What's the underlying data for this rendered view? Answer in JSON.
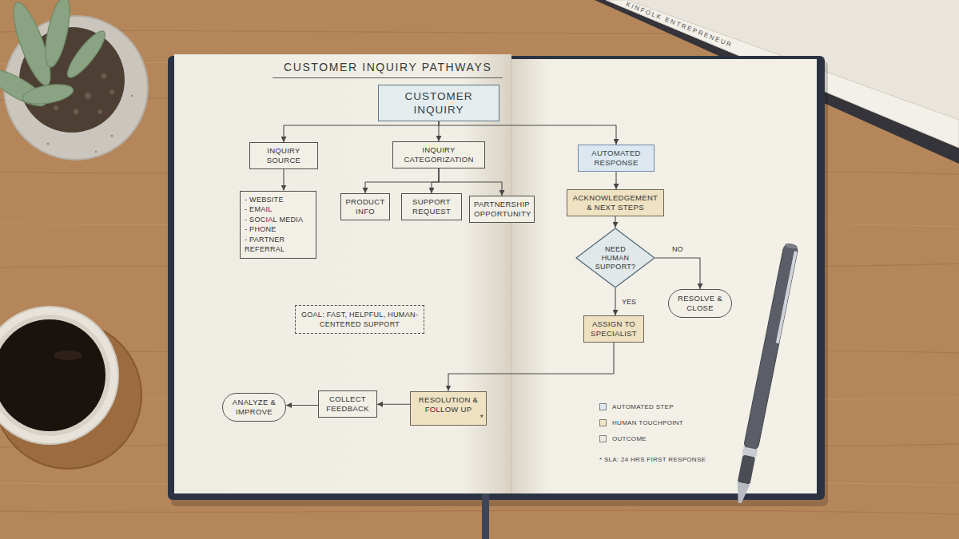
{
  "diagram": {
    "title": "CUSTOMER INQUIRY PATHWAYS",
    "nodes": [
      {
        "text": [
          "CUSTOMER INQUIRY"
        ]
      },
      {
        "text": [
          "INQUIRY SOURCE"
        ]
      },
      {
        "text": [
          "INQUIRY CATEGORIZATION"
        ]
      },
      {
        "text": [
          "AUTOMATED RESPONSE"
        ]
      },
      {
        "text": [
          "- WEBSITE",
          "- EMAIL",
          "- SOCIAL MEDIA",
          "- PHONE",
          "- PARTNER REFERRAL"
        ]
      },
      {
        "text": [
          "PRODUCT INFO"
        ]
      },
      {
        "text": [
          "SUPPORT REQUEST"
        ]
      },
      {
        "text": [
          "PARTNERSHIP OPPORTUNITY"
        ]
      },
      {
        "text": [
          "ACKNOWLEDGEMENT & NEXT STEPS"
        ]
      },
      {
        "text": [
          "NEED HUMAN SUPPORT?"
        ]
      },
      {
        "text": [
          "RESOLVE & CLOSE"
        ]
      },
      {
        "text": [
          "ASSIGN TO SPECIALIST"
        ]
      },
      {
        "text": [
          "GOAL: FAST, HELPFUL, HUMAN-CENTERED SUPPORT"
        ]
      },
      {
        "text": [
          "RESOLUTION & FOLLOW UP",
          "*"
        ]
      },
      {
        "text": [
          "COLLECT FEEDBACK"
        ]
      },
      {
        "text": [
          "ANALYZE & IMPROVE"
        ]
      }
    ],
    "edges": [
      {
        "from": 0,
        "to": 1,
        "arrow": "to"
      },
      {
        "from": 0,
        "to": 2,
        "arrow": "to"
      },
      {
        "from": 0,
        "to": 3,
        "arrow": "to"
      },
      {
        "from": 1,
        "to": 4,
        "arrow": "to"
      },
      {
        "from": 2,
        "to": 5,
        "arrow": "to"
      },
      {
        "from": 2,
        "to": 6,
        "arrow": "to"
      },
      {
        "from": 2,
        "to": 7,
        "arrow": "to"
      },
      {
        "from": 3,
        "to": 8,
        "arrow": "to"
      },
      {
        "from": 8,
        "to": 9,
        "arrow": "to"
      },
      {
        "from": 9,
        "to": 10,
        "label": "NO",
        "arrow": "to"
      },
      {
        "from": 9,
        "to": 11,
        "label": "YES",
        "arrow": "to"
      },
      {
        "from": 11,
        "to": 13,
        "arrow": "to"
      },
      {
        "from": 13,
        "to": 14,
        "arrow": "to"
      },
      {
        "from": 14,
        "to": 15,
        "arrow": "to"
      }
    ],
    "labels": [
      "* SLA: 24 HRS FIRST RESPONSE",
      "KINFOLK ENTREPRENEUR"
    ],
    "legend": [
      {
        "text": "AUTOMATED STEP",
        "color": "#dde8ef"
      },
      {
        "text": "HUMAN TOUCHPOINT",
        "color": "#efe4c6"
      },
      {
        "text": "OUTCOME",
        "color": "#ebe9e2"
      }
    ]
  }
}
